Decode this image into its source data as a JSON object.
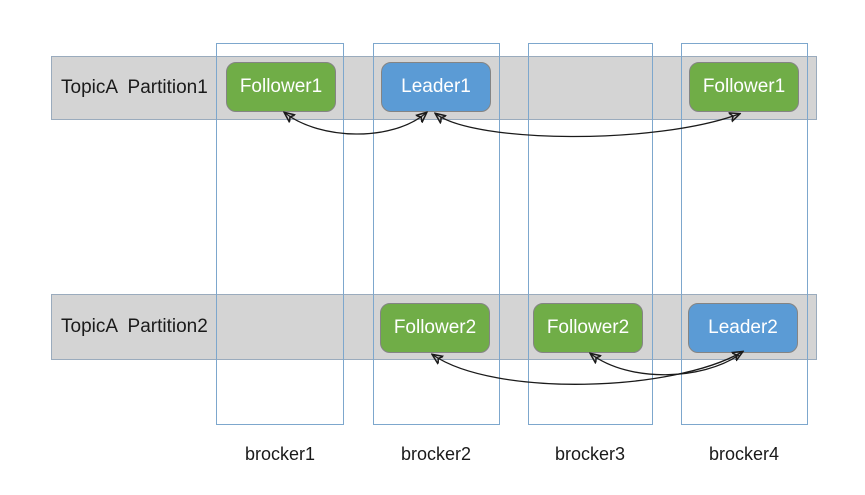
{
  "diagram": {
    "partitions": [
      {
        "label": "TopicA  Partition1"
      },
      {
        "label": "TopicA  Partition2"
      }
    ],
    "brokers": [
      {
        "label": "brocker1"
      },
      {
        "label": "brocker2"
      },
      {
        "label": "brocker3"
      },
      {
        "label": "brocker4"
      }
    ],
    "replicas": [
      {
        "label": "Follower1",
        "role": "follower",
        "broker": "brocker1",
        "partition": "TopicA Partition1"
      },
      {
        "label": "Leader1",
        "role": "leader",
        "broker": "brocker2",
        "partition": "TopicA Partition1"
      },
      {
        "label": "Follower1",
        "role": "follower",
        "broker": "brocker4",
        "partition": "TopicA Partition1"
      },
      {
        "label": "Follower2",
        "role": "follower",
        "broker": "brocker2",
        "partition": "TopicA Partition2"
      },
      {
        "label": "Follower2",
        "role": "follower",
        "broker": "brocker3",
        "partition": "TopicA Partition2"
      },
      {
        "label": "Leader2",
        "role": "leader",
        "broker": "brocker4",
        "partition": "TopicA Partition2"
      }
    ],
    "arrows": [
      {
        "from": "Follower1@brocker1",
        "to": "Leader1@brocker2",
        "bidirectional": true
      },
      {
        "from": "Leader1@brocker2",
        "to": "Follower1@brocker4",
        "bidirectional": true
      },
      {
        "from": "Follower2@brocker2",
        "to": "Leader2@brocker4",
        "bidirectional": true
      },
      {
        "from": "Follower2@brocker3",
        "to": "Leader2@brocker4",
        "bidirectional": true
      }
    ],
    "colors": {
      "background": "#FFFFFF",
      "leader_fill": "#5B9BD5",
      "follower_fill": "#70AD47",
      "box_border": "#848484",
      "box_text": "#FFFFFF",
      "band_fill": "#D4D4D4",
      "band_border": "#9AABBD",
      "column_border": "#7DA7CD",
      "arrow": "#1A1A1A",
      "label_text": "#1A1A1A"
    }
  }
}
